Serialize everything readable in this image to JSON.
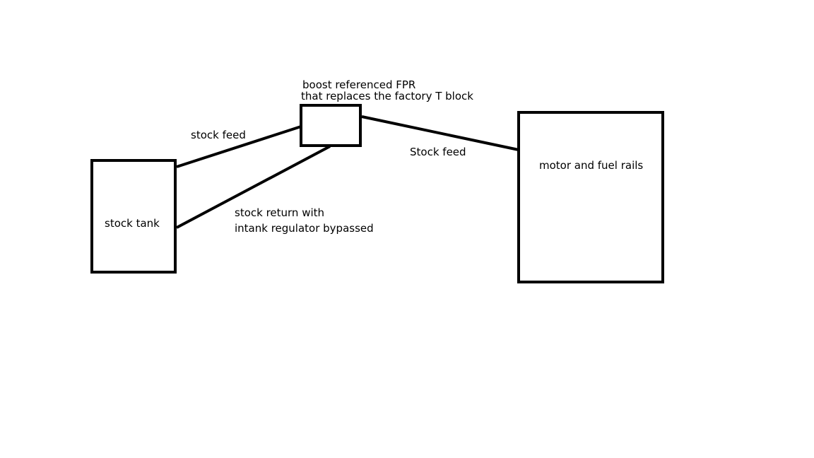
{
  "diagram": {
    "nodes": {
      "tank": {
        "label": "stock tank"
      },
      "fpr": {
        "label_line1": "boost referenced FPR",
        "label_line2": "that replaces the factory T block"
      },
      "motor": {
        "label": "motor and fuel rails"
      }
    },
    "edges": {
      "tank_to_fpr": {
        "label": "stock feed"
      },
      "fpr_to_motor": {
        "label": "Stock feed"
      },
      "fpr_to_tank_return": {
        "label_line1": "stock return with",
        "label_line2": "intank regulator bypassed"
      }
    },
    "colors": {
      "stroke": "#000000",
      "background": "#ffffff"
    }
  }
}
